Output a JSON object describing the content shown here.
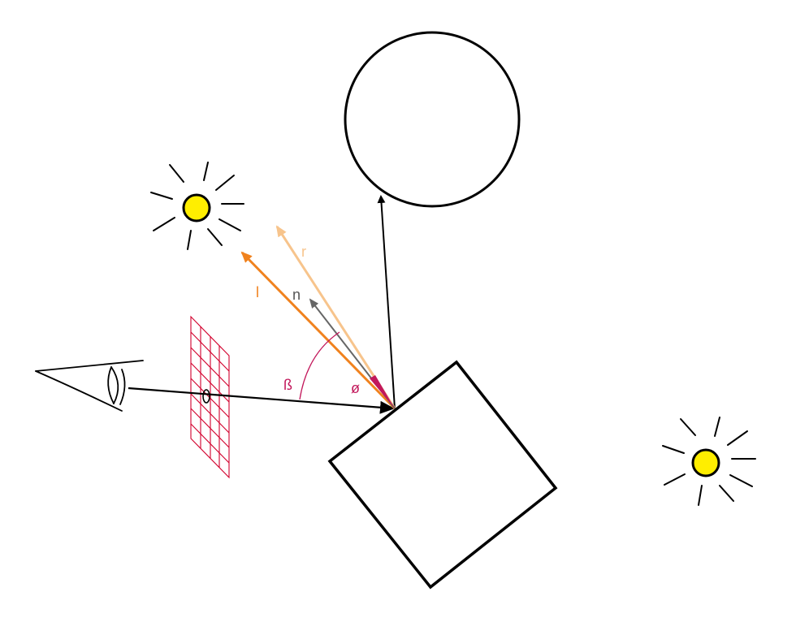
{
  "labels": {
    "light_vector": "l",
    "reflection_vector": "r",
    "normal_vector": "n",
    "beta_angle": "ß",
    "phi_angle": "ø"
  },
  "colors": {
    "light_vector": "#f0821e",
    "reflection_vector": "#f7c48c",
    "normal_vector": "#666666",
    "angle": "#c2185b",
    "grid": "#d2002d",
    "sun_fill": "#ffee00",
    "outline": "#000000"
  },
  "icons": {
    "viewer": "eye-icon",
    "light_sources": [
      "sun-icon",
      "sun-icon"
    ],
    "image_plane": "pixel-grid-icon"
  }
}
